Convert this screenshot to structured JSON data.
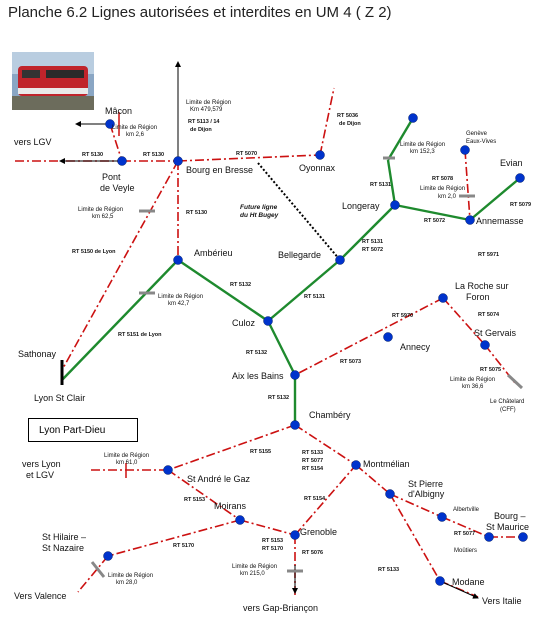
{
  "title": "Planche 6.2 Lignes autorisées et interdites en UM 4 ( Z 2)",
  "legend": "Lyon Part-Dieu",
  "colors": {
    "allowed": "#1e8a2e",
    "forbidden": "#cc1111",
    "future": "#000000",
    "node": "#0033cc",
    "region": "#888888"
  },
  "stations": {
    "macon": "Mâcon",
    "pont_de_veyle_1": "Pont",
    "pont_de_veyle_2": "de Veyle",
    "bourg": "Bourg en Bresse",
    "oyonnax": "Oyonnax",
    "geneve_1": "Genève",
    "geneve_2": "Eaux-Vives",
    "evian": "Evian",
    "longeray": "Longeray",
    "annemasse": "Annemasse",
    "bellegarde": "Bellegarde",
    "amberieu": "Ambérieu",
    "sathonay": "Sathonay",
    "lyon_st_clair": "Lyon St Clair",
    "culoz": "Culoz",
    "annecy": "Annecy",
    "roche_1": "La Roche sur",
    "roche_2": "Foron",
    "st_gervais": "St Gervais",
    "chatelard_1": "Le Châtelard",
    "chatelard_2": "(CFF)",
    "aix": "Aix les Bains",
    "chambery": "Chambéry",
    "montmelian": "Montmélian",
    "st_pierre_1": "St Pierre",
    "st_pierre_2": "d'Albigny",
    "albertville": "Albertville",
    "bourg_st_maurice_1": "Bourg –",
    "bourg_st_maurice_2": "St Maurice",
    "moutiers": "Moûtiers",
    "st_andre": "St André le Gaz",
    "moirans": "Moirans",
    "grenoble": "Grenoble",
    "st_hilaire_1": "St Hilaire –",
    "st_hilaire_2": "St Nazaire",
    "modane": "Modane"
  },
  "directions": {
    "vers_lgv": "vers LGV",
    "vers_lyon_1": "vers Lyon",
    "vers_lyon_2": "et LGV",
    "vers_valence": "Vers Valence",
    "vers_gap": "vers Gap-Briançon",
    "vers_italie": "Vers Italie"
  },
  "routes": {
    "rt5130_a": "RT 5130",
    "rt5130_b": "RT 5130",
    "rt5130_c": "RT 5130",
    "rt5070": "RT 5070",
    "rt5113_1": "RT 5113 / 14",
    "rt5113_2": "de Dijon",
    "rt5036_1": "RT 5036",
    "rt5036_2": "de Dijon",
    "rt5150": "RT 5150 de Lyon",
    "rt5151": "RT 5151 de Lyon",
    "rt5132_a": "RT 5132",
    "rt5132_b": "RT 5132",
    "rt5132_c": "RT 5132",
    "rt5131_a": "RT 5131",
    "rt5131_b": "RT 5131",
    "rt5131_c": "RT 5131",
    "rt5072_a": "RT 5072",
    "rt5072_b": "RT 5072",
    "rt5078": "RT 5078",
    "rt5079": "RT 5079",
    "rt5971": "RT 5971",
    "rt5970": "RT 5970",
    "rt5074": "RT 5074",
    "rt5073": "RT 5073",
    "rt5075": "RT 5075",
    "rt5155": "RT 5155",
    "rt5133_a": "RT 5133",
    "rt5077_a": "RT 5077",
    "rt5154_a": "RT 5154",
    "rt5154_b": "RT 5154",
    "rt5153_a": "RT 5153",
    "rt5153_b": "RT 5153",
    "rt5170_a": "RT 5170",
    "rt5170_b": "RT 5170",
    "rt5076": "RT 5076",
    "rt5077_b": "RT 5077",
    "rt5133_b": "RT 5133"
  },
  "future_line_1": "Future ligne",
  "future_line_2": "du Ht Bugey",
  "region_limits": {
    "l1_1": "Limite de Région",
    "l1_2": "Km 479,579",
    "l2_1": "Limite de Région",
    "l2_2": "km 2,6",
    "l3_1": "Limite de Région",
    "l3_2": "km 62,5",
    "l4_1": "Limite de Région",
    "l4_2": "km 42,7",
    "l5_1": "Limite de Région",
    "l5_2": "km 152,3",
    "l6_1": "Limite de Région",
    "l6_2": "km 2,0",
    "l7_1": "Limite de Région",
    "l7_2": "km 36,6",
    "l8_1": "Limite de Région",
    "l8_2": "km 61,0",
    "l9_1": "Limite de Région",
    "l9_2": "km 215,0",
    "l10_1": "Limite de Région",
    "l10_2": "km 28,0"
  }
}
